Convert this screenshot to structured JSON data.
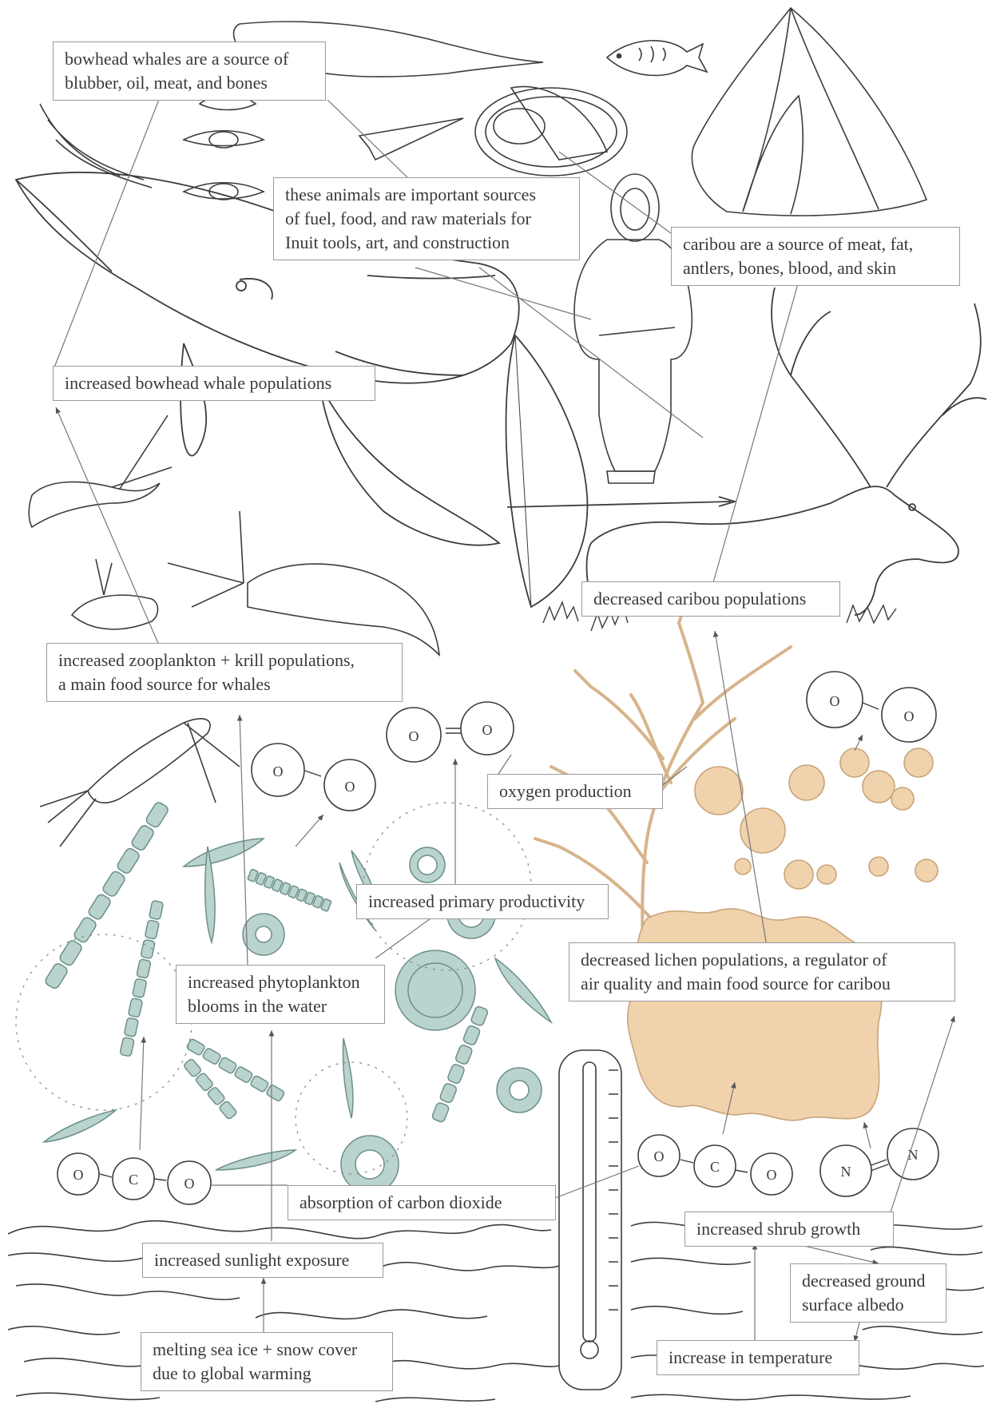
{
  "colors": {
    "line": "#3c3c3c",
    "connector": "#777777",
    "phytoplankton_fill": "#b9d3cf",
    "phytoplankton_stroke": "#6d8f8a",
    "lichen_fill": "#f0d2ad",
    "lichen_stroke": "#c9a47a",
    "label_border": "#9a9a9a"
  },
  "labels": {
    "bowhead_source": "bowhead whales are a source of\nblubber, oil, meat, and bones",
    "animals_sources": "these animals are important sources\nof fuel, food, and raw materials for\nInuit tools, art, and construction",
    "caribou_source": "caribou are a source of meat, fat,\nantlers, bones, blood, and skin",
    "increased_whale": "increased bowhead whale populations",
    "decreased_caribou": "decreased caribou populations",
    "increased_zooplankton": "increased zooplankton + krill populations,\na main food source for whales",
    "oxygen_production": "oxygen production",
    "primary_productivity": "increased primary productivity",
    "phytoplankton_blooms": "increased phytoplankton\nblooms in the water",
    "decreased_lichen": "decreased lichen populations, a regulator of\nair quality and main food source for caribou",
    "co2_absorption": "absorption of carbon dioxide",
    "shrub_growth": "increased shrub growth",
    "sunlight_exposure": "increased sunlight exposure",
    "ground_albedo": "decreased ground\nsurface albedo",
    "melting_ice": "melting sea ice + snow cover\ndue to global warming",
    "temperature_increase": "increase in temperature"
  },
  "molecules": {
    "oxygen_atom": "O",
    "carbon_atom": "C",
    "nitrogen_atom": "N"
  },
  "icons": [
    "harpoon-icon",
    "fish-icon",
    "tent-icon",
    "arrowhead-icon",
    "food-bowl-icon",
    "whale-vertebrae-icon",
    "whale-icon",
    "inuit-hunter-icon",
    "bow-and-arrow-icon",
    "caribou-icon",
    "shrimp-icon",
    "krill-icon",
    "copepod-icon",
    "phytoplankton-icon",
    "shrub-icon",
    "lichen-icon",
    "thermometer-icon",
    "sea-ice-icon",
    "grass-icon"
  ]
}
